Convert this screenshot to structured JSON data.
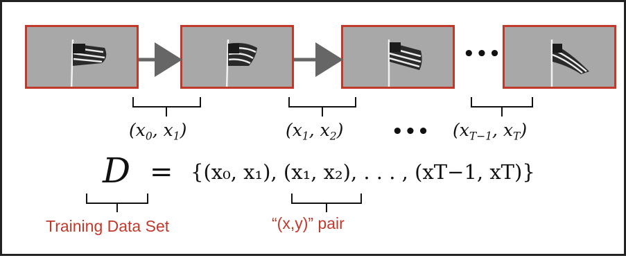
{
  "colors": {
    "frame_border": "#c0392b",
    "arrow": "#666666",
    "bracket": "#111111",
    "label": "#c0392b"
  },
  "frames": [
    {
      "name": "frame-0",
      "icon": "flag-icon"
    },
    {
      "name": "frame-1",
      "icon": "flag-icon"
    },
    {
      "name": "frame-2",
      "icon": "flag-icon"
    },
    {
      "name": "frame-T",
      "icon": "flag-icon"
    }
  ],
  "ellipsis": "•••",
  "pairs": {
    "p01": {
      "open": "(x",
      "a_sub": "0",
      "mid": ", x",
      "b_sub": "1",
      "close": ")"
    },
    "p12": {
      "open": "(x",
      "a_sub": "1",
      "mid": ", x",
      "b_sub": "2",
      "close": ")"
    },
    "pT": {
      "open": "(x",
      "a_sub": "T−1",
      "mid": ", x",
      "b_sub": "T",
      "close": ")"
    }
  },
  "equation": {
    "lhs": "D",
    "eq": "=",
    "rhs": "{(x₀, x₁), (x₁, x₂), . . . , (xT−1, xT)}"
  },
  "labels": {
    "training": "Training Data Set",
    "pair": "“(x,y)” pair"
  }
}
